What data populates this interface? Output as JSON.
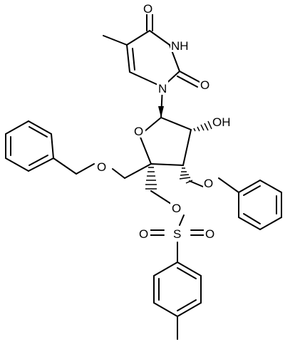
{
  "structure": {
    "atoms": {
      "o_carbonyl_top": "O",
      "nh": "NH",
      "o_carbonyl_right": "O",
      "n1": "N",
      "o_hydroxyl": "OH",
      "o_ring": "O",
      "o_benzyl_left": "O",
      "o_benzyl_right": "O",
      "o_tosyl": "O",
      "s": "S",
      "o_sulfonyl_left": "O",
      "o_sulfonyl_right": "O"
    }
  }
}
